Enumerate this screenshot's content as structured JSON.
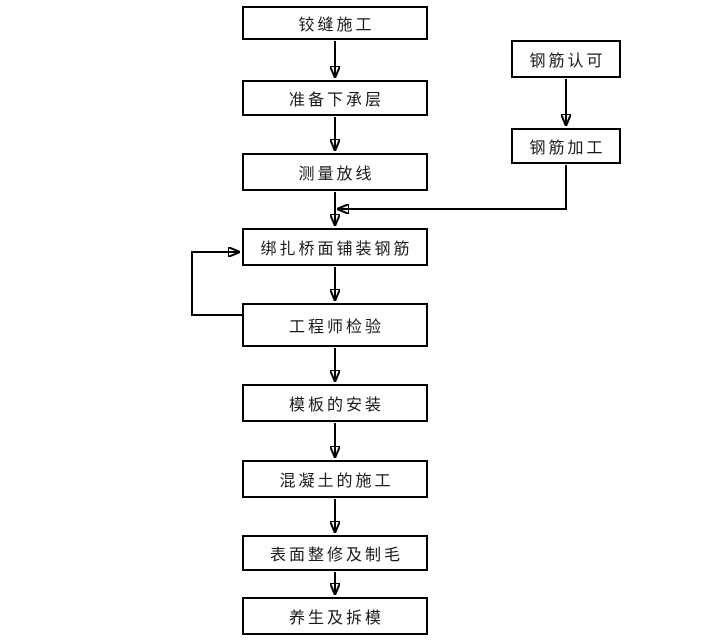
{
  "diagram": {
    "kind": "flowchart",
    "line_color": "#000000",
    "background_color": "#ffffff",
    "nodes": {
      "hinge_joint": {
        "label": "铰缝施工"
      },
      "prepare_subbase": {
        "label": "准备下承层"
      },
      "survey_layout": {
        "label": "测量放线"
      },
      "tie_deck_rebar": {
        "label": "绑扎桥面铺装钢筋"
      },
      "engineer_inspect": {
        "label": "工程师检验"
      },
      "formwork_install": {
        "label": "模板的安装"
      },
      "concrete_work": {
        "label": "混凝土的施工"
      },
      "surface_finish": {
        "label": "表面整修及制毛"
      },
      "curing_demold": {
        "label": "养生及拆模"
      },
      "rebar_approval": {
        "label": "钢筋认可"
      },
      "rebar_processing": {
        "label": "钢筋加工"
      }
    },
    "edges": [
      "铰缝施工 → 准备下承层",
      "准备下承层 → 测量放线",
      "测量放线 → 绑扎桥面铺装钢筋",
      "钢筋认可 → 钢筋加工",
      "钢筋加工 → (汇入测量放线下方干线)",
      "绑扎桥面铺装钢筋 → 工程师检验",
      "工程师检验 → 绑扎桥面铺装钢筋 (返工回路)",
      "工程师检验 → 模板的安装",
      "模板的安装 → 混凝土的施工",
      "混凝土的施工 → 表面整修及制毛",
      "表面整修及制毛 → 养生及拆模"
    ]
  }
}
